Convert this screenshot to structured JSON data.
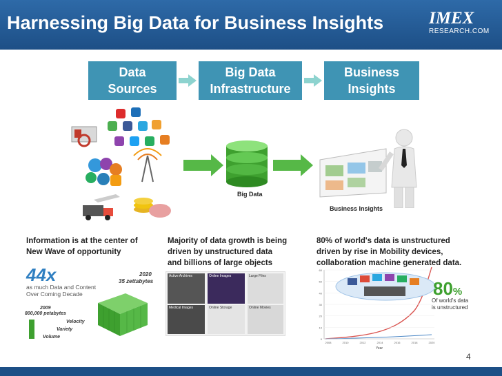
{
  "header": {
    "title": "Harnessing Big Data for Business Insights",
    "logo_mark": "IMEX",
    "logo_sub": "RESEARCH.COM"
  },
  "stages": [
    {
      "line1": "Data",
      "line2": "Sources"
    },
    {
      "line1": "Big Data",
      "line2": "Infrastructure"
    },
    {
      "line1": "Business",
      "line2": "Insights"
    }
  ],
  "illustrations": {
    "big_data_label": "Big Data",
    "business_insights_label": "Business Insights"
  },
  "captions": {
    "left": [
      "Information is at the center of",
      "New Wave of opportunity"
    ],
    "middle": [
      "Majority of data growth is being",
      "driven by unstructured data",
      "and billions of large objects"
    ],
    "right": [
      "80% of world's data is unstructured",
      "driven by rise in Mobility devices,",
      "collaboration machine generated data."
    ]
  },
  "growth_panel": {
    "multiplier": "44x",
    "desc_line1": "as much Data and Content",
    "desc_line2": "Over Coming Decade",
    "year_end": "2020",
    "end_amount": "35 zettabytes",
    "year_start": "2009",
    "start_amount": "800,000 petabytes",
    "v1": "Velocity",
    "v2": "Variety",
    "v3": "Volume"
  },
  "media_panel": {
    "tiles": [
      "Active Archives",
      "Online Images",
      "Large Files",
      "Medical Images",
      "Online Storage",
      "Online Movies"
    ]
  },
  "chart_panel": {
    "percent": "80",
    "percent_sign": "%",
    "desc_line1": "Of world's data",
    "desc_line2": "is unstructured",
    "x_ticks": [
      "2008",
      "2010",
      "2012",
      "2014",
      "2016",
      "2018",
      "2020"
    ],
    "y_ticks": [
      "0",
      "10",
      "20",
      "30",
      "40",
      "50",
      "60"
    ],
    "xlabel": "Year"
  },
  "footer": {
    "page": "4"
  }
}
